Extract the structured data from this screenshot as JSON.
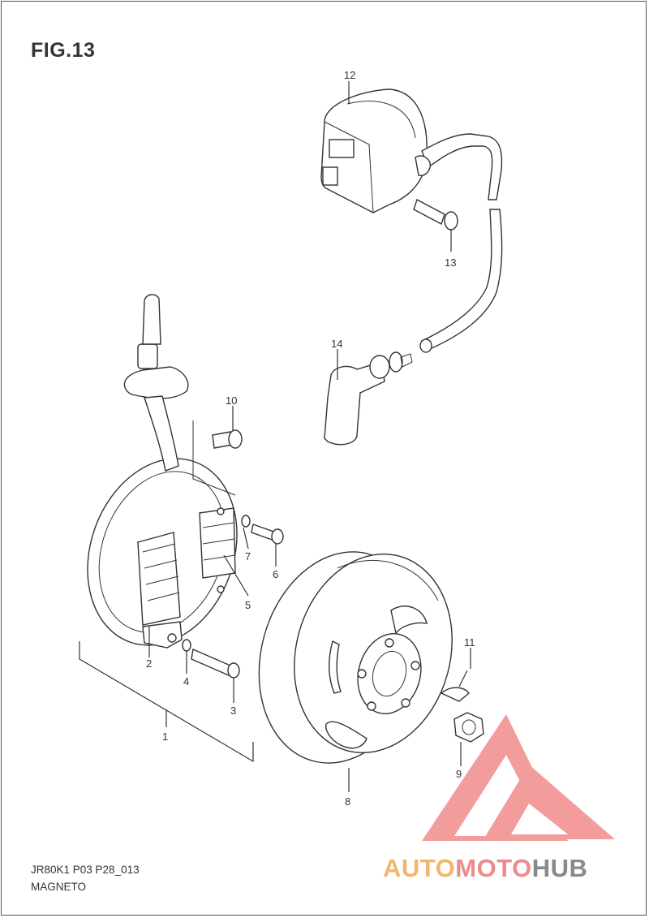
{
  "figure": {
    "title": "FIG.13",
    "code": "JR80K1 P03 P28_013",
    "name": "MAGNETO"
  },
  "callouts": [
    "1",
    "2",
    "3",
    "4",
    "5",
    "6",
    "7",
    "8",
    "9",
    "10",
    "11",
    "12",
    "13",
    "14"
  ],
  "watermark": {
    "part1": "AUTO",
    "part2": "MOTO",
    "part3": "HUB",
    "colors": {
      "auto": "#f2b56c",
      "moto": "#f08a8a",
      "hub": "#8a8a8a",
      "logo": "#f28b8b"
    }
  }
}
